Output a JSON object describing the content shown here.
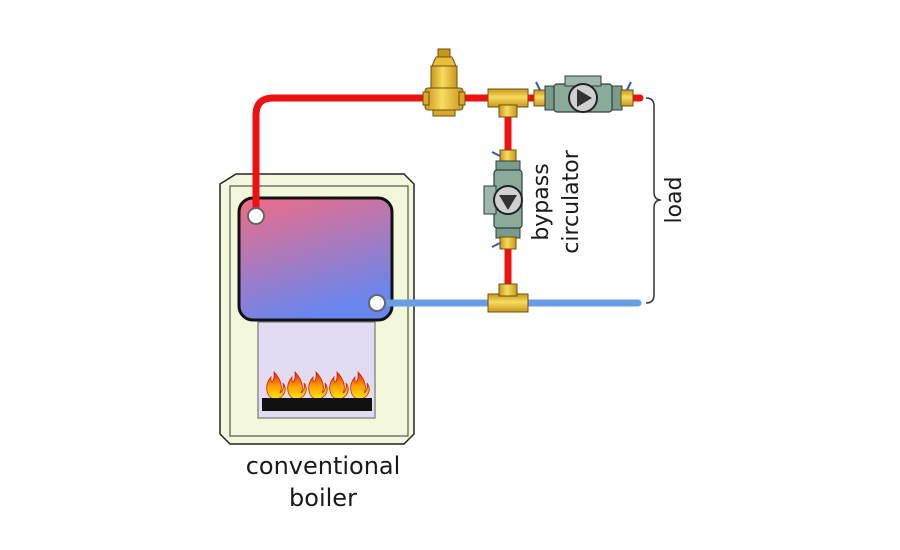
{
  "labels": {
    "boiler_line1": "conventional",
    "boiler_line2": "boiler",
    "bypass_line1": "bypass",
    "bypass_line2": "circulator",
    "load": "load"
  },
  "colors": {
    "supply_pipe": "#ee1111",
    "return_pipe": "#6a9de8",
    "boiler_cabinet": "#f3f8dc",
    "heat_exchanger_top": "#f06c86",
    "heat_exchanger_bottom": "#6a86ee",
    "firebox": "#e2dcf2",
    "brass": "#f2cc3c",
    "circulator_body": "#7a9a8c"
  },
  "icons": {
    "flame": "flame-icon",
    "burner": "burner-icon",
    "air_separator": "air-separator-icon",
    "circulator": "circulator-pump-icon",
    "tee": "tee-fitting-icon",
    "brace": "brace-icon"
  }
}
